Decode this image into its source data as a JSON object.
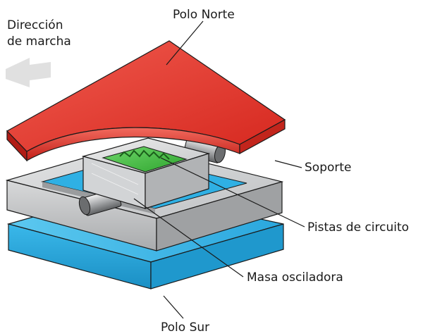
{
  "labels": {
    "direction_line1": "Dirección",
    "direction_line2": "de marcha",
    "north_pole": "Polo Norte",
    "support": "Soporte",
    "circuit_tracks": "Pistas de circuito",
    "oscillating_mass": "Masa osciladora",
    "south_pole": "Polo Sur"
  },
  "colors": {
    "north_pole": "#e8382e",
    "south_pole": "#27b4e6",
    "support": "#c9cbcd",
    "circuit": "#3fbf3f",
    "arrow": "#dcdcdc"
  }
}
